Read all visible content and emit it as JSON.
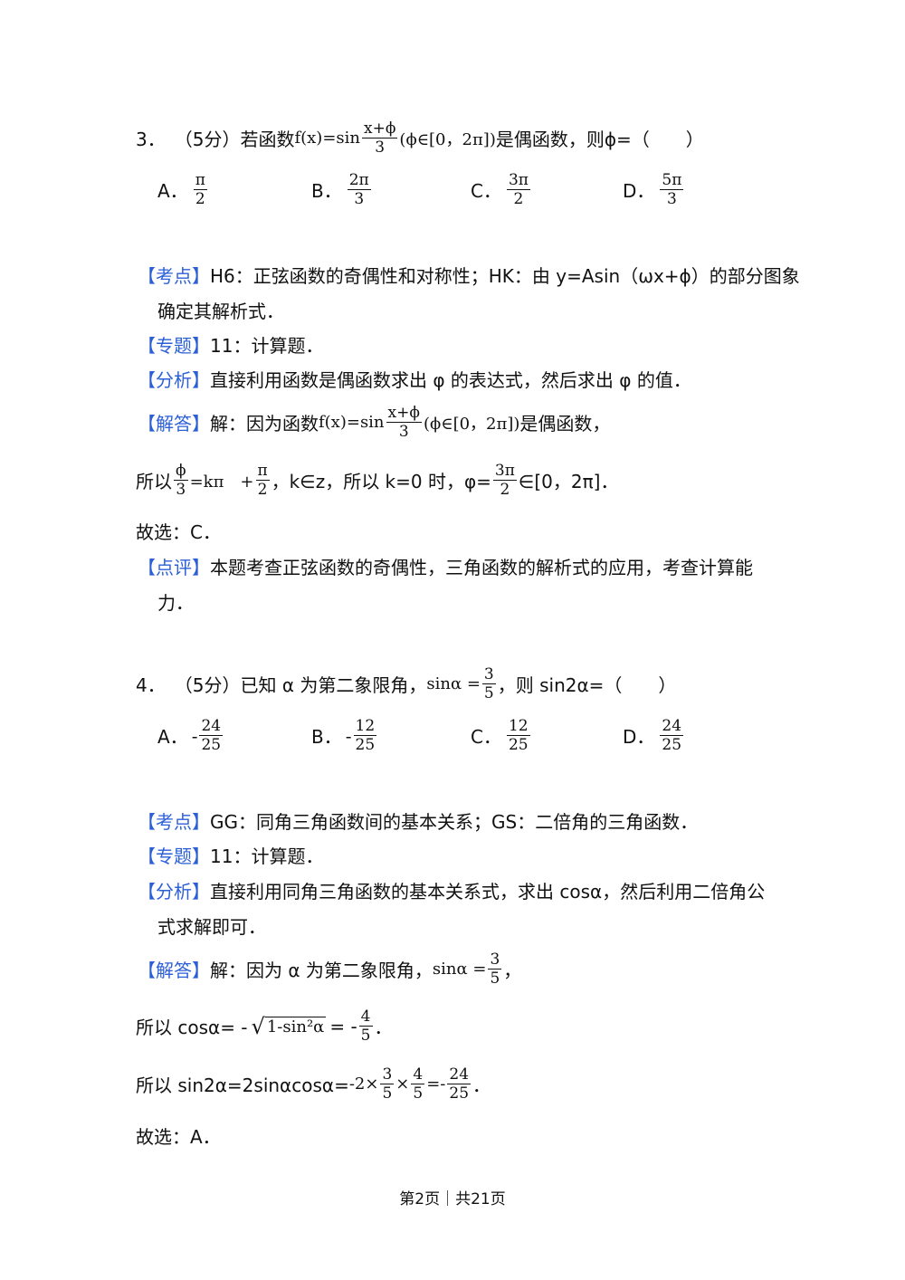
{
  "q3": {
    "number": "3．",
    "points": "（5分）",
    "stem_pre": "若函数",
    "fx": "f(x)=sin",
    "frac_num": "x+ϕ",
    "frac_den": "3",
    "domain": "(ϕ∈[0，2π])",
    "stem_post": "是偶函数，则ϕ=（　　）",
    "options": [
      {
        "letter": "A．",
        "num": "π",
        "den": "2"
      },
      {
        "letter": "B．",
        "num": "2π",
        "den": "3"
      },
      {
        "letter": "C．",
        "num": "3π",
        "den": "2"
      },
      {
        "letter": "D．",
        "num": "5π",
        "den": "3"
      }
    ],
    "kaodian_tag": "【考点】",
    "kaodian_text": "H6：正弦函数的奇偶性和对称性；HK：由 y=Asin（ωx+ϕ）的部分图象",
    "kaodian_text2": "确定其解析式．",
    "zhuanti_tag": "【专题】",
    "zhuanti_text": "11：计算题．",
    "fenxi_tag": "【分析】",
    "fenxi_text": "直接利用函数是偶函数求出 φ 的表达式，然后求出 φ 的值．",
    "jieda_tag": "【解答】",
    "jieda_pre": "解：因为函数",
    "jieda_fx": "f(x)=sin",
    "jieda_num": "x+ϕ",
    "jieda_den": "3",
    "jieda_domain": "(ϕ∈[0，2π])",
    "jieda_post": "是偶函数，",
    "line2_pre": "所以",
    "line2_f1_num": "ϕ",
    "line2_f1_den": "3",
    "line2_mid": "=kπ　+",
    "line2_f2_num": "π",
    "line2_f2_den": "2",
    "line2_post": "，k∈z，所以 k=0 时，φ=",
    "line2_f3_num": "3π",
    "line2_f3_den": "2",
    "line2_end": "∈[0，2π]．",
    "guxuan": "故选：C．",
    "dianping_tag": "【点评】",
    "dianping_text": "本题考查正弦函数的奇偶性，三角函数的解析式的应用，考查计算能",
    "dianping_text2": "力．"
  },
  "q4": {
    "number": "4．",
    "points": "（5分）",
    "stem_pre": "已知 α 为第二象限角，",
    "sin": "sinα =",
    "frac_num": "3",
    "frac_den": "5",
    "stem_post": "，则 sin2α=（　　）",
    "options": [
      {
        "letter": "A．",
        "sign": "-",
        "num": "24",
        "den": "25"
      },
      {
        "letter": "B．",
        "sign": "-",
        "num": "12",
        "den": "25"
      },
      {
        "letter": "C．",
        "sign": "",
        "num": "12",
        "den": "25"
      },
      {
        "letter": "D．",
        "sign": "",
        "num": "24",
        "den": "25"
      }
    ],
    "kaodian_tag": "【考点】",
    "kaodian_text": "GG：同角三角函数间的基本关系；GS：二倍角的三角函数．",
    "zhuanti_tag": "【专题】",
    "zhuanti_text": "11：计算题．",
    "fenxi_tag": "【分析】",
    "fenxi_text": "直接利用同角三角函数的基本关系式，求出 cosα，然后利用二倍角公",
    "fenxi_text2": "式求解即可．",
    "jieda_tag": "【解答】",
    "jieda_pre": "解：因为 α 为第二象限角，",
    "jieda_sin": "sinα =",
    "jieda_num": "3",
    "jieda_den": "5",
    "jieda_post": "，",
    "cos_pre": "所以 cosα= -",
    "cos_rad": "1-sin²α",
    "cos_mid": "= -",
    "cos_num": "4",
    "cos_den": "5",
    "cos_end": "．",
    "sin2_pre": "所以 sin2α=2sinαcosα=",
    "sin2_b": "-2×",
    "sin2_f1_num": "3",
    "sin2_f1_den": "5",
    "sin2_x": "×",
    "sin2_f2_num": "4",
    "sin2_f2_den": "5",
    "sin2_eq": "=-",
    "sin2_f3_num": "24",
    "sin2_f3_den": "25",
    "sin2_end": "．",
    "guxuan": "故选：A．"
  },
  "footer": "第2页｜共21页"
}
